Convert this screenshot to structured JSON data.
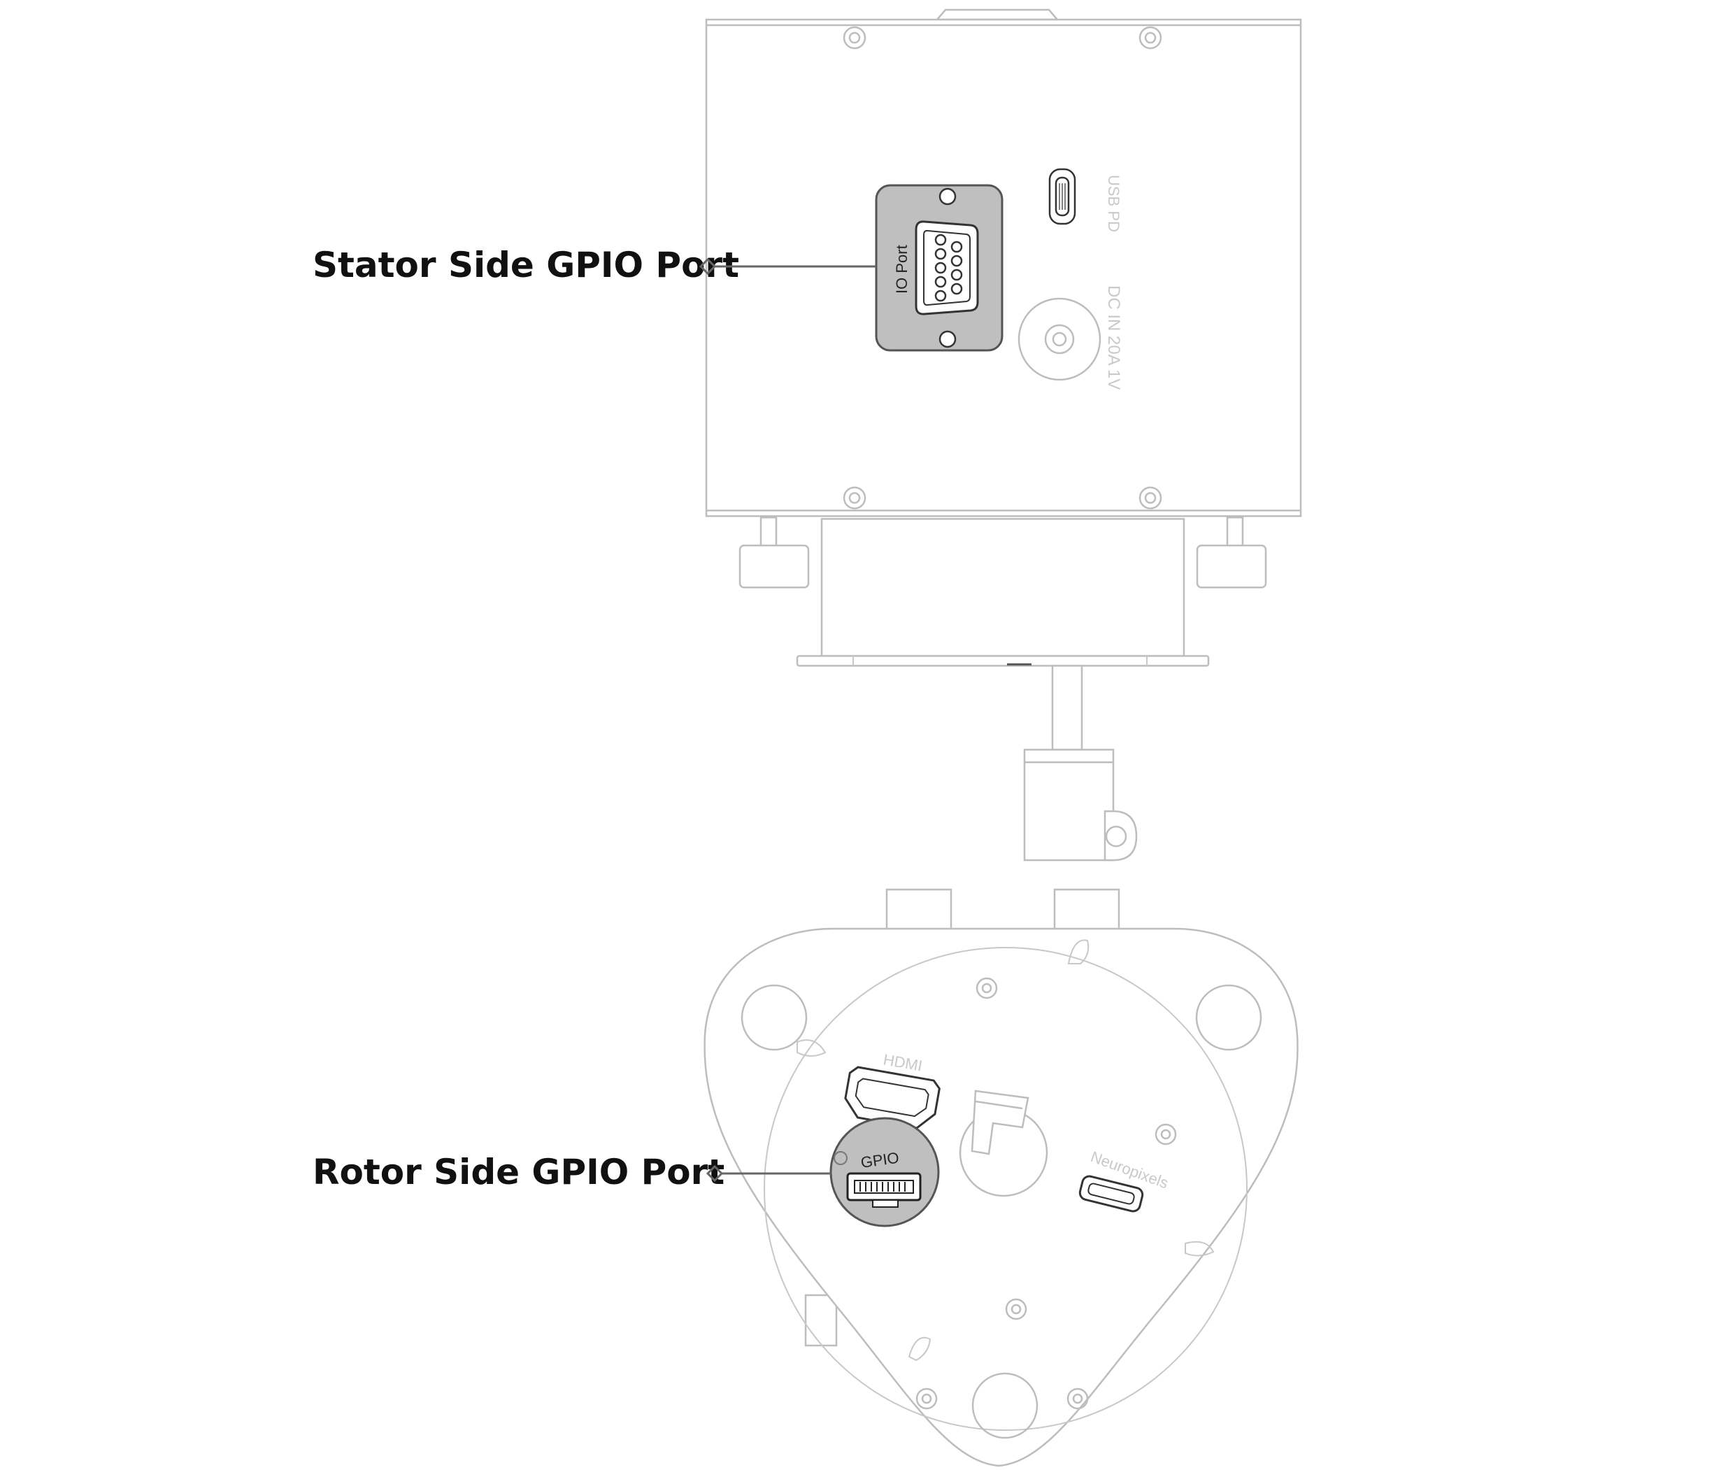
{
  "callouts": {
    "stator": {
      "label": "Stator Side GPIO Port"
    },
    "rotor": {
      "label": "Rotor Side GPIO Port"
    }
  },
  "stator_panel": {
    "io_port_label": "IO Port",
    "usb_label": "USB PD",
    "dc_label": "DC IN 20A 1V"
  },
  "rotor_board": {
    "hdmi_label": "HDMI",
    "gpio_label": "GPIO",
    "neuropixels_label": "Neuropixels"
  },
  "colors": {
    "highlight_fill": "#bfbfbf",
    "outline": "#bdbdbd",
    "label": "#111111"
  }
}
